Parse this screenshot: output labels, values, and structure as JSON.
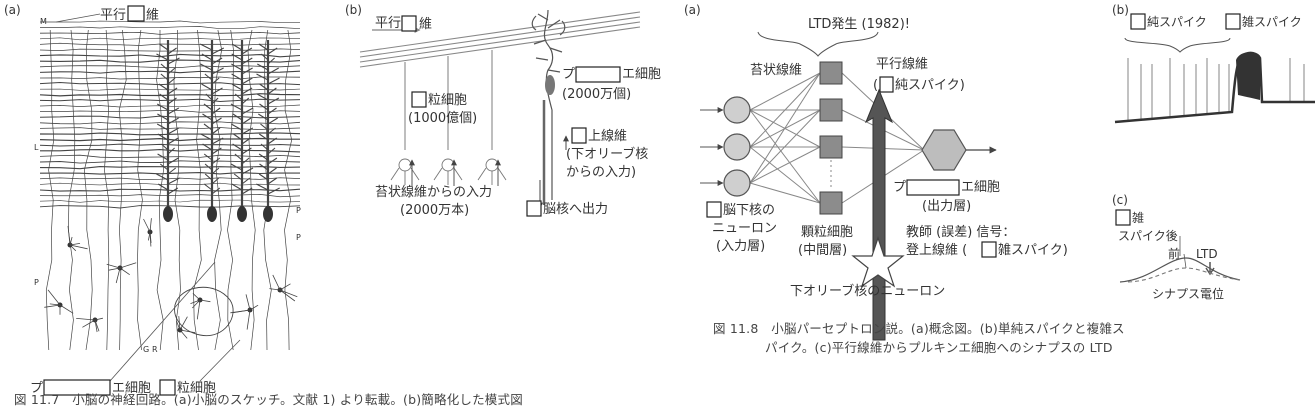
{
  "fig117": {
    "a": {
      "panel_label": "(a)",
      "parallel_label": "平行",
      "parallel_suffix": "維",
      "purkinje_prefix": "プ",
      "purkinje_suffix": "エ細胞",
      "granule_suffix": "粒細胞",
      "letters": [
        "M",
        "P",
        "G",
        "R",
        "P",
        "L",
        "P"
      ]
    },
    "b": {
      "panel_label": "(b)",
      "parallel_label": "平行",
      "parallel_suffix": "維",
      "purkinje_prefix": "プ",
      "purkinje_suffix": "エ細胞",
      "purkinje_count": "(2000万個)",
      "granule_suffix": "粒細胞",
      "granule_count": "(1000億個)",
      "climbing_suffix": "上線維",
      "climbing_source_1": "(下オリーブ核",
      "climbing_source_2": "からの入力)",
      "mossy_input": "苔状線維からの入力",
      "mossy_count": "(2000万本)",
      "output_suffix": "脳核へ出力"
    },
    "caption": "図 11.7　小脳の神経回路。(a)小脳のスケッチ。文献 1) より転載。(b)簡略化した模式図"
  },
  "fig118": {
    "a": {
      "panel_label": "(a)",
      "ltd_label": "LTD発生 (1982)!",
      "mossy_label": "苔状線維",
      "parallel_label": "平行線維",
      "simple_spike_suffix": "純スパイク)",
      "purkinje_prefix": "プ",
      "purkinje_suffix": "エ細胞",
      "output_layer": "(出力層)",
      "teacher_line1": "教師 (誤差) 信号：",
      "teacher_line2_prefix": "登上線維 (",
      "teacher_line2_suffix": "雑スパイク)",
      "subcortical_suffix": "脳下核の",
      "neuron_label": "ニューロン",
      "input_layer": "(入力層)",
      "granule_label": "顆粒細胞",
      "middle_layer": "(中間層)",
      "olive_neuron": "下オリーブ核のニューロン"
    },
    "b": {
      "panel_label": "(b)",
      "simple_suffix": "純スパイク",
      "complex_suffix": "雑スパイク"
    },
    "c": {
      "panel_label": "(c)",
      "complex_suffix": "雑",
      "after_spike": "スパイク後",
      "before": "前",
      "ltd": "LTD",
      "synaptic_potential": "シナプス電位"
    },
    "caption_line1": "図 11.8　小脳パーセプトロン説。(a)概念図。(b)単純スパイクと複雑ス",
    "caption_line2": "パイク。(c)平行線維からプルキンエ細胞へのシナプスの LTD"
  },
  "colors": {
    "ink": "#333333",
    "gray_fiber": "#999999",
    "climbing_fiber": "#555555",
    "mossy_circle": "#cfcfcf",
    "granule_square": "#8c8c8c",
    "purkinje_hex": "#bdbdbd",
    "label_box": "#ffffff"
  }
}
